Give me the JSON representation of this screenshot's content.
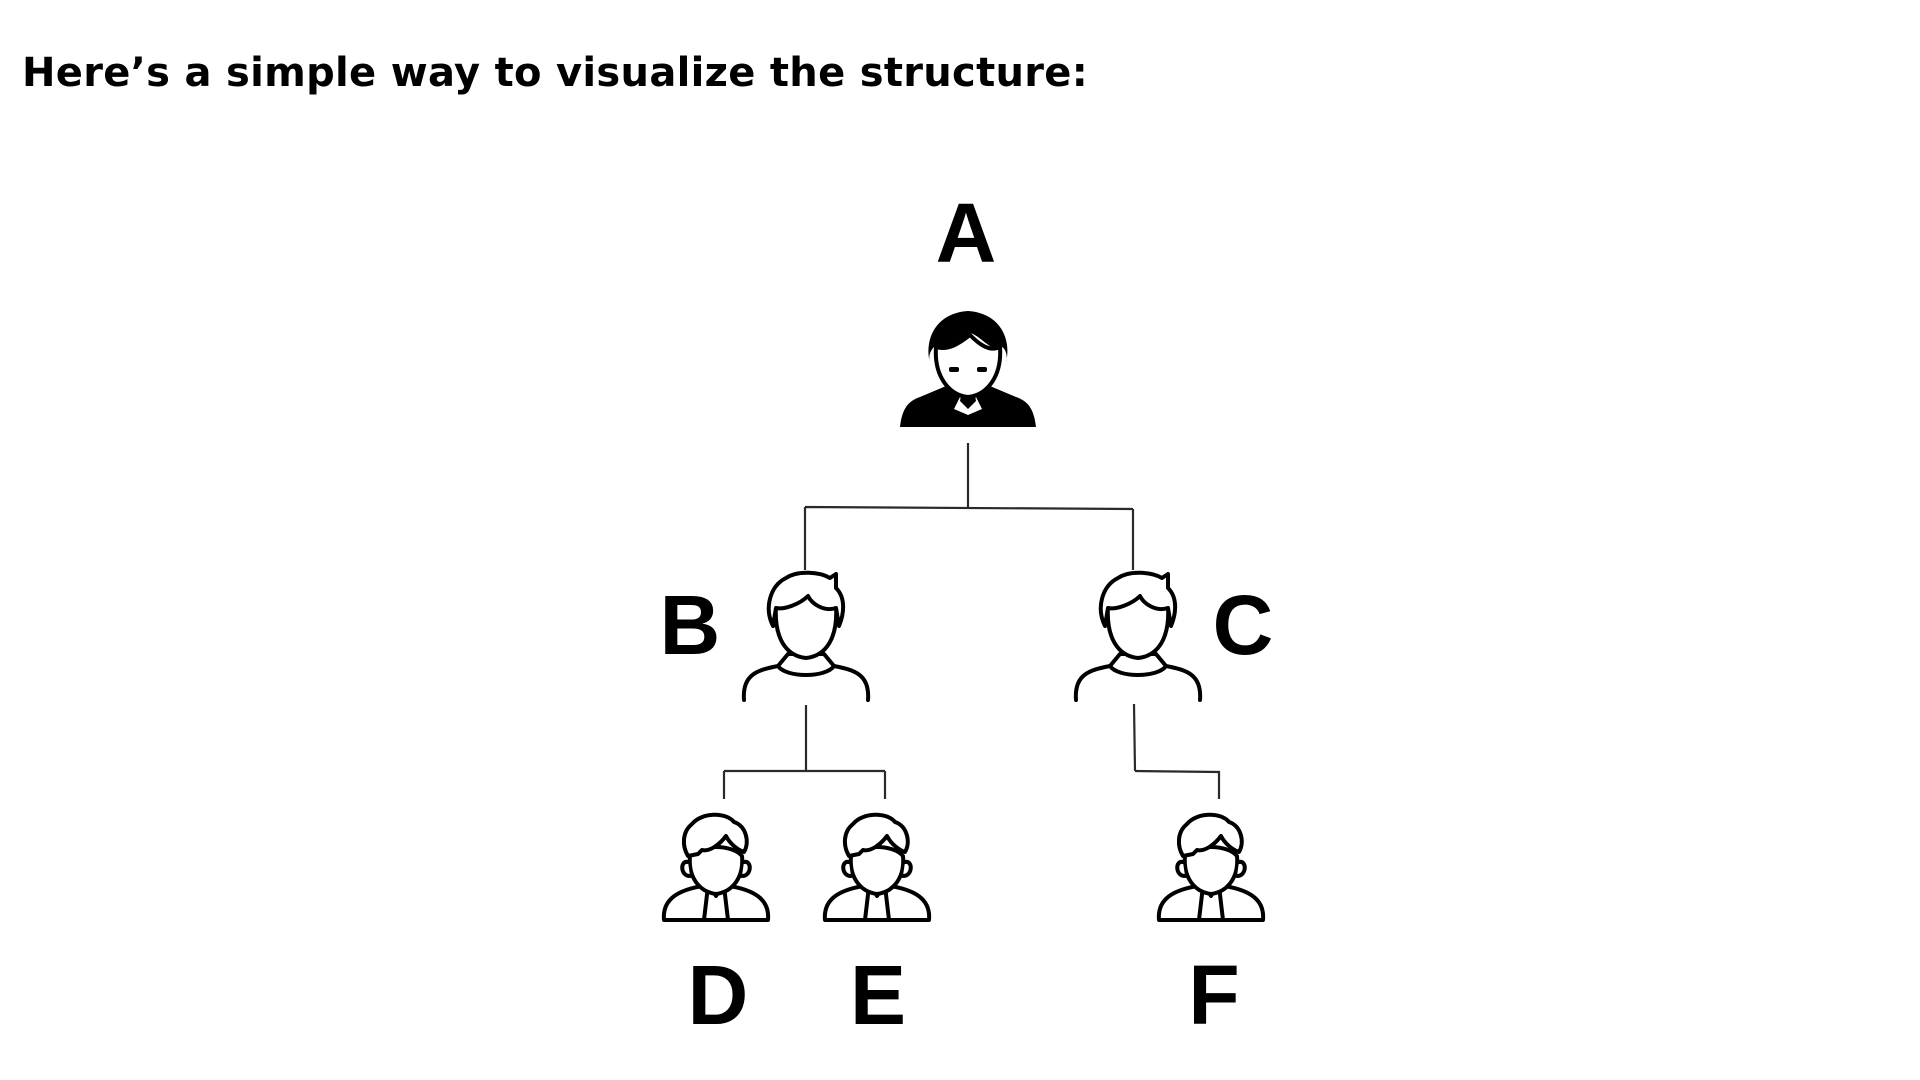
{
  "heading": "Here’s a simple way to visualize the structure:",
  "nodes": {
    "a": {
      "label": "A",
      "icon": "manager-person-icon"
    },
    "b": {
      "label": "B",
      "icon": "person-outline-icon"
    },
    "c": {
      "label": "C",
      "icon": "person-outline-icon"
    },
    "d": {
      "label": "D",
      "icon": "person-with-tie-icon"
    },
    "e": {
      "label": "E",
      "icon": "person-with-tie-icon"
    },
    "f": {
      "label": "F",
      "icon": "person-with-tie-icon"
    }
  },
  "edges": [
    [
      "A",
      "B"
    ],
    [
      "A",
      "C"
    ],
    [
      "B",
      "D"
    ],
    [
      "B",
      "E"
    ],
    [
      "C",
      "F"
    ]
  ],
  "colors": {
    "ink": "#000000",
    "line": "#2a2a2a",
    "background": "#ffffff"
  }
}
